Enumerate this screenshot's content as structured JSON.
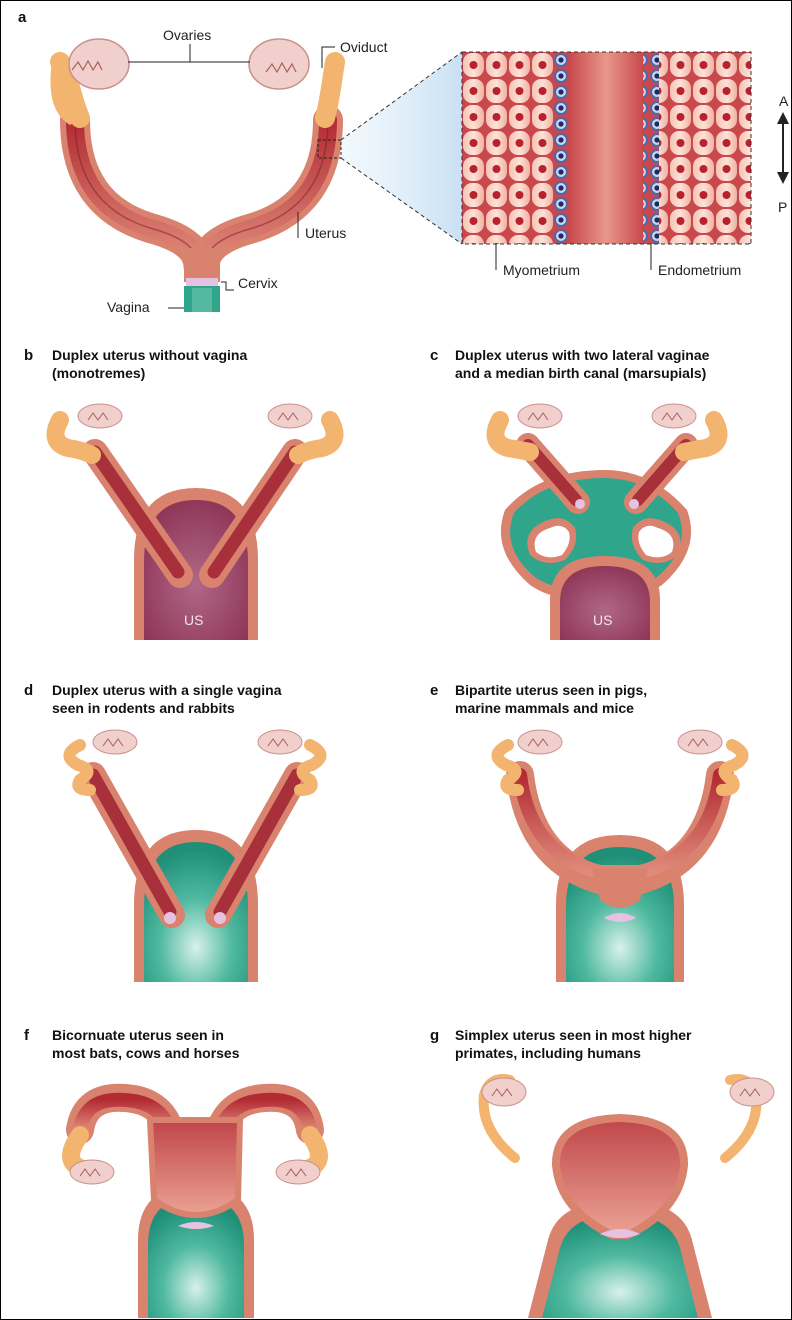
{
  "panel_a": {
    "letter": "a",
    "labels": {
      "ovaries": "Ovaries",
      "oviduct": "Oviduct",
      "uterus": "Uterus",
      "cervix": "Cervix",
      "vagina": "Vagina",
      "myometrium": "Myometrium",
      "endometrium": "Endometrium",
      "axis_top": "A",
      "axis_bottom": "P"
    }
  },
  "panels": [
    {
      "letter": "b",
      "line1": "Duplex uterus without vagina",
      "line2": "(monotremes)",
      "inner_label": "US"
    },
    {
      "letter": "c",
      "line1": "Duplex uterus with two lateral vaginae",
      "line2": "and a median birth canal (marsupials)",
      "inner_label": "US"
    },
    {
      "letter": "d",
      "line1": "Duplex uterus with a single vagina",
      "line2": "seen in rodents and rabbits"
    },
    {
      "letter": "e",
      "line1": "Bipartite uterus seen in pigs,",
      "line2": "marine mammals and mice"
    },
    {
      "letter": "f",
      "line1": "Bicornuate uterus seen in",
      "line2": "most bats, cows and horses"
    },
    {
      "letter": "g",
      "line1": "Simplex uterus seen in most higher",
      "line2": "primates, including humans"
    }
  ],
  "colors": {
    "uterus_outer": "#d9826e",
    "uterus_inner": "#a8303a",
    "oviduct": "#f2b46e",
    "ovary": "#f0cfcc",
    "vagina": "#2fa58c",
    "urogenital_sinus": "#8e3a58",
    "cervix": "#e6c2e2",
    "endometrium_cell": "#5b6fa8"
  }
}
